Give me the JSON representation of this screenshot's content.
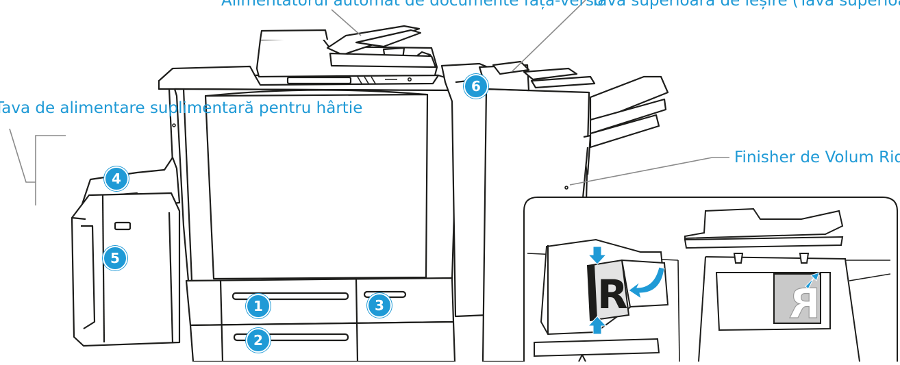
{
  "callouts": {
    "top_left": "Alimentatorul automat de documente față-verso",
    "top_right": "Tava superioară de ieșire (Tava superioară)",
    "left": "Tava de alimentare suplimentară pentru hârtie",
    "right": "Finisher de Volum Ridicat"
  },
  "trays": [
    {
      "number": "1"
    },
    {
      "number": "2"
    },
    {
      "number": "3"
    },
    {
      "number": "4"
    },
    {
      "number": "5"
    },
    {
      "number": "6"
    }
  ],
  "inset": {
    "original_glyph": "R",
    "mirrored_glyph": "R"
  },
  "colors": {
    "accent": "#1f9ad6",
    "line": "#1d1d1b",
    "leader": "#8a8a8a"
  }
}
